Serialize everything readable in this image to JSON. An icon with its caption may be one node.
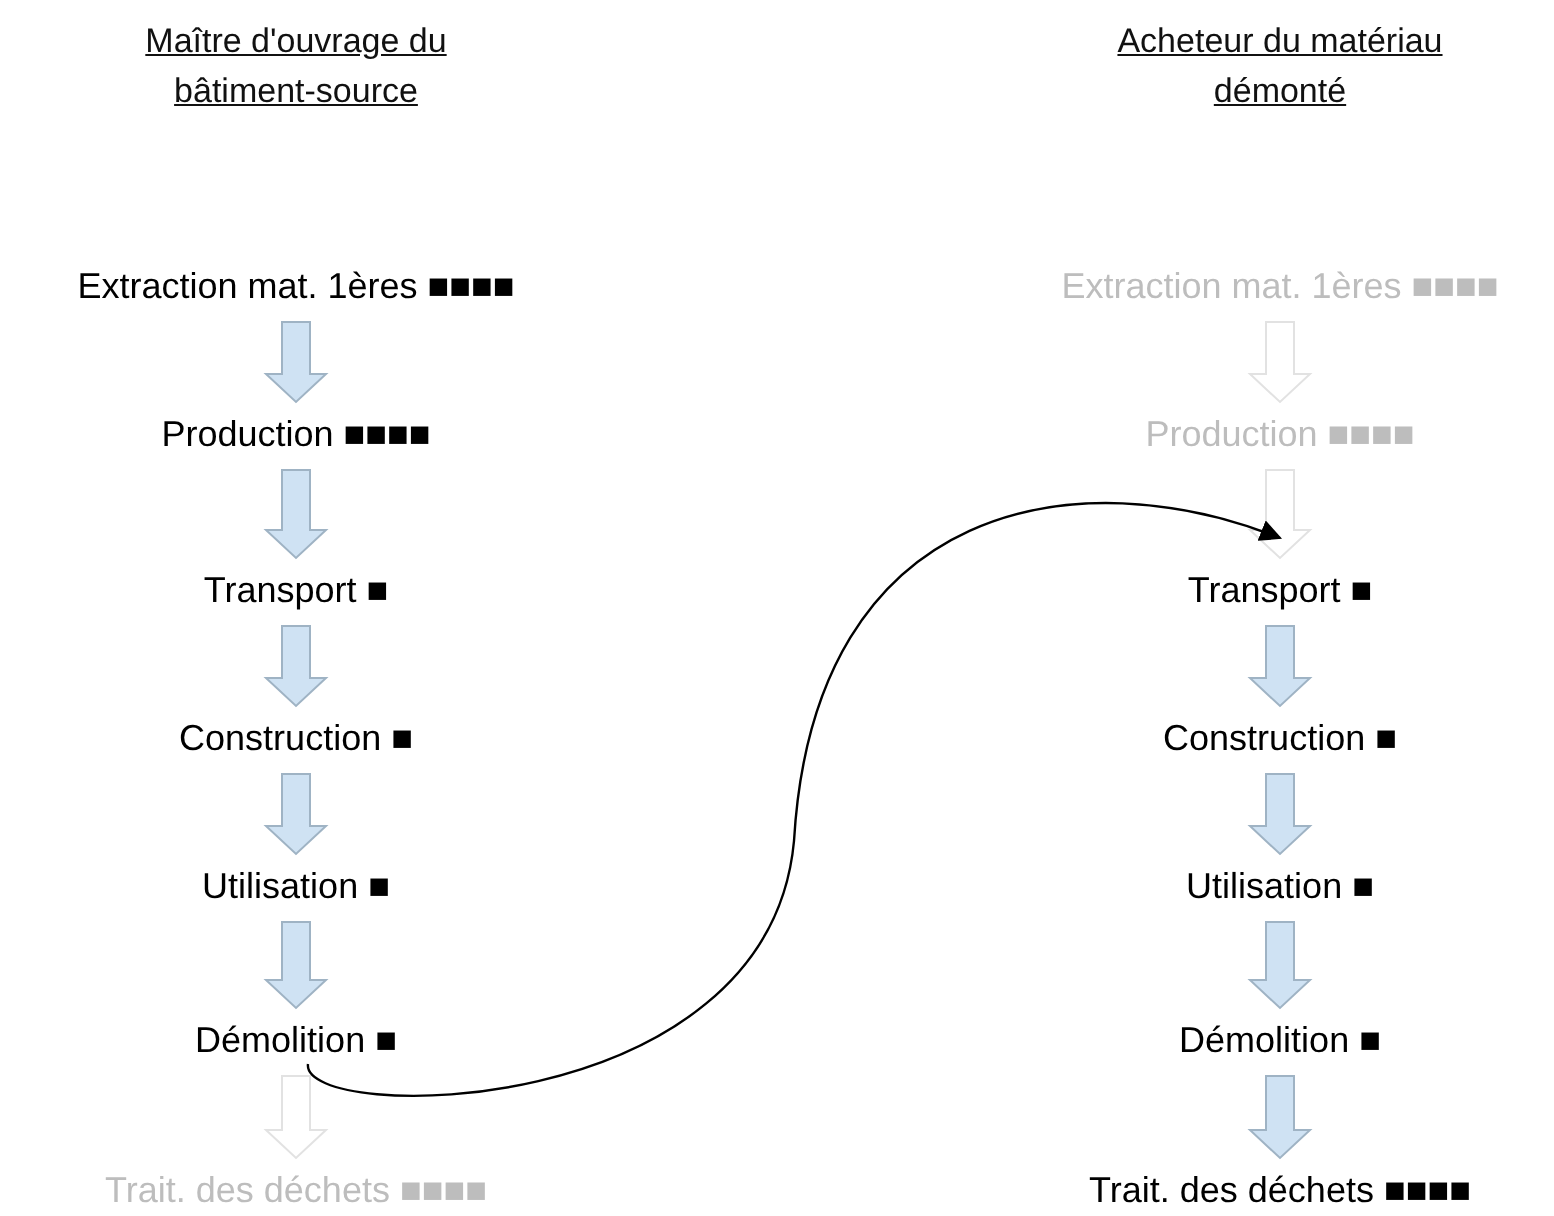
{
  "diagram": {
    "nodes": [
      {
        "text": [
          "Extraction mat. 1ères ■■■■"
        ]
      },
      {
        "text": [
          "Production ■■■■"
        ]
      },
      {
        "text": [
          "Transport ■"
        ]
      },
      {
        "text": [
          "Construction ■"
        ]
      },
      {
        "text": [
          "Utilisation ■"
        ]
      },
      {
        "text": [
          "Démolition ■"
        ]
      },
      {
        "text": [
          "Trait. des déchets ■■■■"
        ]
      },
      {
        "text": [
          "Extraction mat. 1ères ■■■■"
        ]
      },
      {
        "text": [
          "Production ■■■■"
        ]
      },
      {
        "text": [
          "Transport ■"
        ]
      },
      {
        "text": [
          "Construction ■"
        ]
      },
      {
        "text": [
          "Utilisation ■"
        ]
      },
      {
        "text": [
          "Démolition ■"
        ]
      },
      {
        "text": [
          "Trait. des déchets ■■■■"
        ]
      }
    ],
    "edges": [
      {
        "from": 0,
        "to": 1,
        "arrow": "to"
      },
      {
        "from": 1,
        "to": 2,
        "arrow": "to"
      },
      {
        "from": 2,
        "to": 3,
        "arrow": "to"
      },
      {
        "from": 3,
        "to": 4,
        "arrow": "to"
      },
      {
        "from": 4,
        "to": 5,
        "arrow": "to"
      },
      {
        "from": 5,
        "to": 6,
        "arrow": "to"
      },
      {
        "from": 7,
        "to": 8,
        "arrow": "to"
      },
      {
        "from": 8,
        "to": 9,
        "arrow": "to"
      },
      {
        "from": 9,
        "to": 10,
        "arrow": "to"
      },
      {
        "from": 10,
        "to": 11,
        "arrow": "to"
      },
      {
        "from": 11,
        "to": 12,
        "arrow": "to"
      },
      {
        "from": 12,
        "to": 13,
        "arrow": "to"
      },
      {
        "from": 5,
        "to": 9,
        "arrow": "to",
        "color": "#000000"
      }
    ],
    "labels": [
      "Maître d'ouvrage du bâtiment-source",
      "Acheteur du matériau démonté"
    ]
  }
}
